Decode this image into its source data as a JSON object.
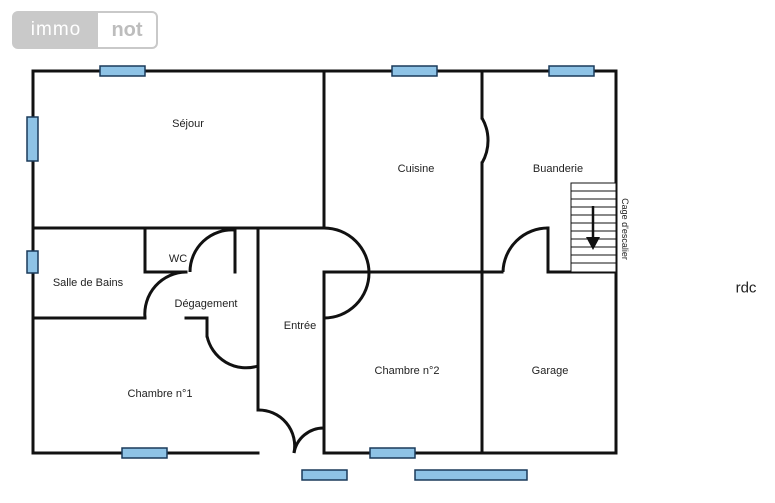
{
  "logo": {
    "part1": "immo",
    "part2": "not"
  },
  "level": "rdc",
  "rooms": {
    "sejour": "Séjour",
    "cuisine": "Cuisine",
    "buanderie": "Buanderie",
    "cage_escalier": "Cage d'escalier",
    "wc": "WC",
    "salle_de_bains": "Salle de Bains",
    "degagement": "Dégagement",
    "entree": "Entrée",
    "chambre_1": "Chambre n°1",
    "chambre_2": "Chambre n°2",
    "garage": "Garage"
  },
  "colors": {
    "wall": "#111111",
    "window_fill": "#8ec3e6",
    "window_border": "#1a3a5a",
    "logo_gray": "#c9c9c9"
  }
}
